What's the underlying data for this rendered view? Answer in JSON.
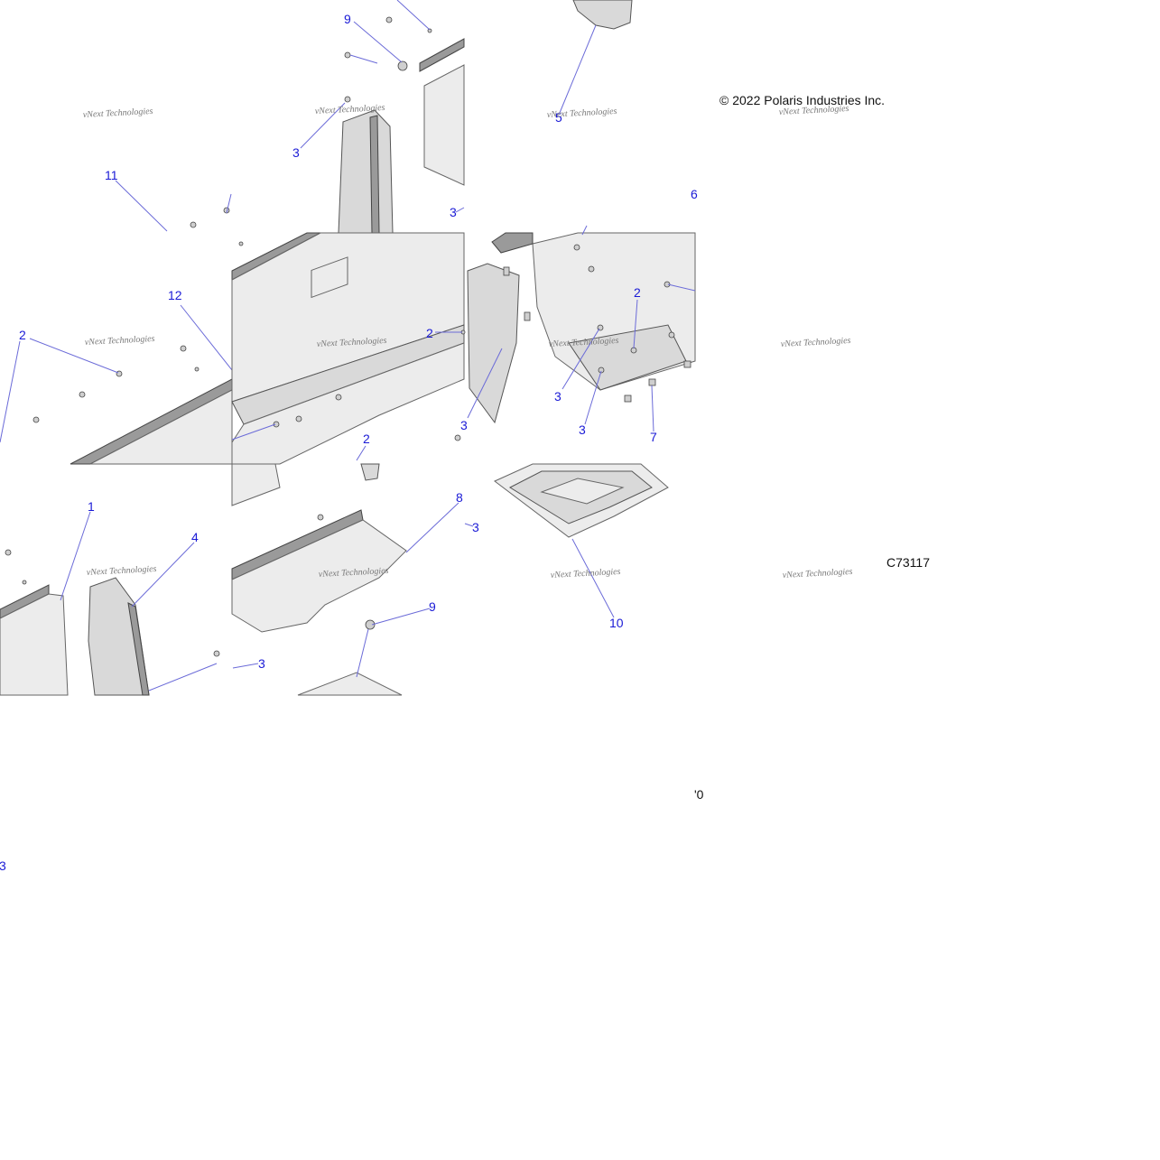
{
  "copyright": "© 2022 Polaris Industries Inc.",
  "figure_code": "C73117",
  "fragment_label": "'0",
  "watermark_text": "vNext Technologies",
  "callouts": {
    "c9a": "9",
    "c3a": "3",
    "c5": "5",
    "c11": "11",
    "c3b": "3",
    "c6": "6",
    "c12": "12",
    "c2a": "2",
    "c2b": "2",
    "c2c": "2",
    "c3c": "3",
    "c3d": "3",
    "c3e": "3",
    "c7": "7",
    "c2d": "2",
    "c1": "1",
    "c4": "4",
    "c8": "8",
    "c3f": "3",
    "c9b": "9",
    "c3g": "3",
    "c10": "10",
    "c3h": "3"
  },
  "colors": {
    "callout": "#1a1ad6",
    "leader": "#6b6bd8",
    "part": "#d9d9d9"
  }
}
